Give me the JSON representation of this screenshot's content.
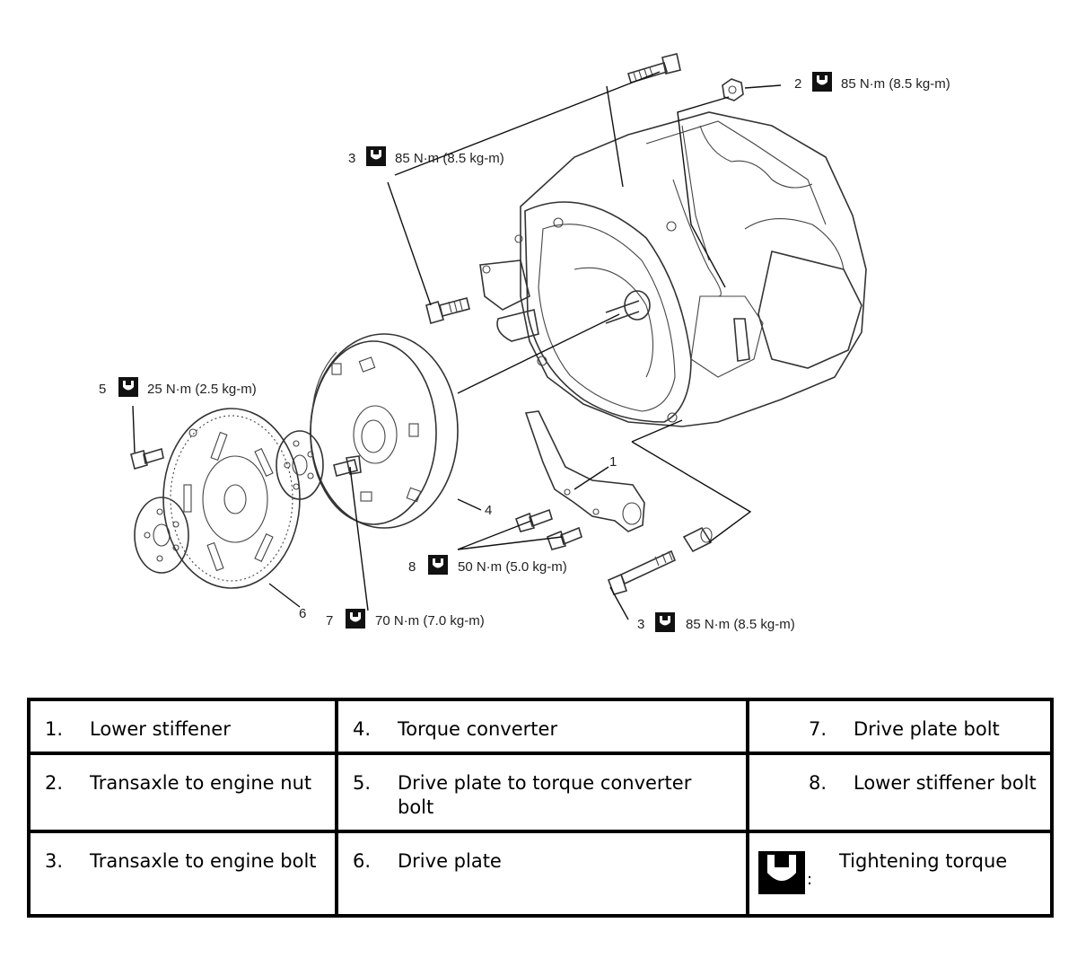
{
  "callouts": [
    {
      "id": "2-nut",
      "num": "2",
      "torque": "85 N·m (8.5 kg-m)"
    },
    {
      "id": "3-upper",
      "num": "3",
      "torque": "85 N·m (8.5 kg-m)"
    },
    {
      "id": "5",
      "num": "5",
      "torque": "25 N·m (2.5 kg-m)"
    },
    {
      "id": "8",
      "num": "8",
      "torque": "50 N·m (5.0 kg-m)"
    },
    {
      "id": "7",
      "num": "7",
      "torque": "70 N·m (7.0 kg-m)"
    },
    {
      "id": "3-lower",
      "num": "3",
      "torque": "85 N·m (8.5 kg-m)"
    }
  ],
  "part_numbers": {
    "p1": "1",
    "p4": "4",
    "p6": "6"
  },
  "legend": {
    "rows": [
      [
        {
          "num": "1.",
          "label": "Lower stiffener"
        },
        {
          "num": "4.",
          "label": "Torque converter"
        },
        {
          "num": "7.",
          "label": "Drive plate bolt"
        }
      ],
      [
        {
          "num": "2.",
          "label": "Transaxle to engine nut"
        },
        {
          "num": "5.",
          "label": "Drive plate to torque converter bolt"
        },
        {
          "num": "8.",
          "label": "Lower stiffener bolt"
        }
      ],
      [
        {
          "num": "3.",
          "label": "Transaxle to engine bolt"
        },
        {
          "num": "6.",
          "label": "Drive plate"
        },
        {
          "num": ":",
          "label": "Tightening torque"
        }
      ]
    ]
  },
  "icons": {
    "torque": "torque-wrench-icon"
  }
}
